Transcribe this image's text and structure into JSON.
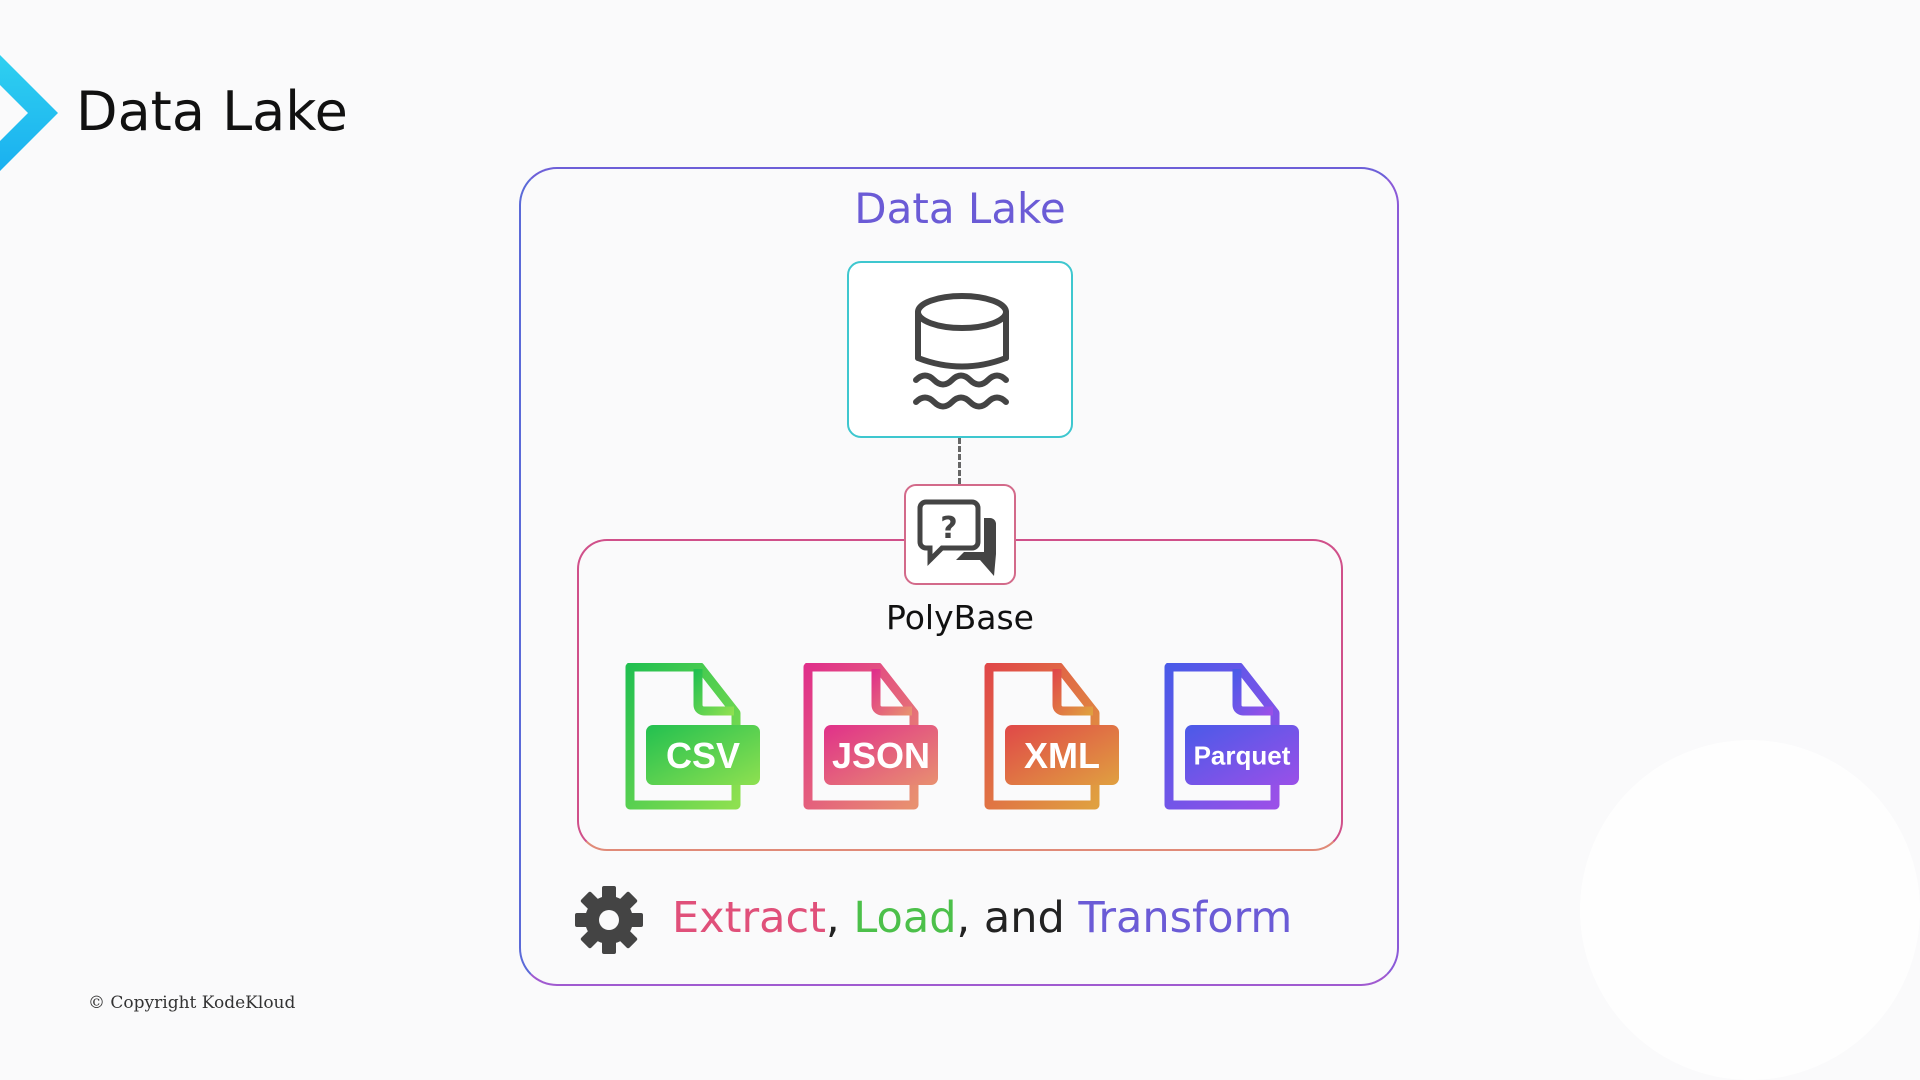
{
  "header": {
    "title": "Data Lake"
  },
  "diagram": {
    "container_title": "Data Lake",
    "storage_icon": "database-water-icon",
    "polybase": {
      "label": "PolyBase",
      "icon": "question-chat-icon"
    },
    "file_types": [
      {
        "label": "CSV",
        "color": "#3cc04f"
      },
      {
        "label": "JSON",
        "color": "#e0407a"
      },
      {
        "label": "XML",
        "color": "#e06a40"
      },
      {
        "label": "Parquet",
        "color": "#6a4ae0"
      }
    ],
    "process": {
      "icon": "gear-icon",
      "extract": "Extract",
      "sep1": ", ",
      "load": "Load",
      "sep2": ", and ",
      "transform": "Transform"
    }
  },
  "colors": {
    "accent": "#6b5bd6",
    "extract": "#e0507a",
    "load": "#4cc04a",
    "transform": "#6b5bd6"
  },
  "footer": {
    "copyright": "© Copyright KodeKloud"
  }
}
